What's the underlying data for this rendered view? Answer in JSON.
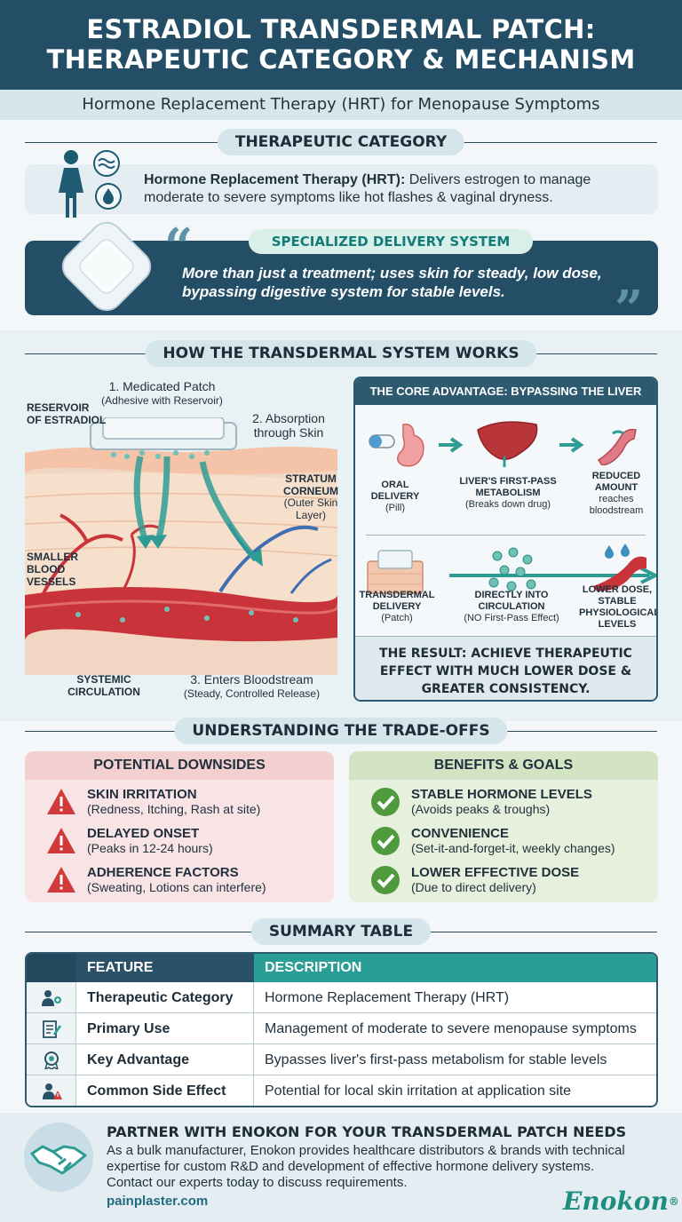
{
  "header": {
    "title_line1": "ESTRADIOL TRANSDERMAL PATCH:",
    "title_line2": "THERAPEUTIC CATEGORY & MECHANISM",
    "subtitle": "Hormone Replacement Therapy (HRT) for Menopause Symptoms"
  },
  "therapeutic_category": {
    "section_title": "THERAPEUTIC CATEGORY",
    "lead": "Hormone Replacement Therapy (HRT):",
    "text": " Delivers estrogen to manage moderate to severe symptoms like hot flashes & vaginal dryness."
  },
  "delivery_system": {
    "title": "SPECIALIZED DELIVERY SYSTEM",
    "text": "More than just a treatment; uses skin for steady, low dose, bypassing digestive system for stable levels."
  },
  "how_it_works": {
    "section_title": "HOW THE TRANSDERMAL SYSTEM WORKS",
    "reservoir_label": "RESERVOIR OF ESTRADIOL",
    "step1_title": "1. Medicated Patch",
    "step1_sub": "(Adhesive with Reservoir)",
    "step2_title": "2. Absorption through Skin",
    "stratum_title": "STRATUM CORNEUM",
    "stratum_sub": "(Outer Skin Layer)",
    "vessels_label": "SMALLER BLOOD VESSELS",
    "systemic_label": "SYSTEMIC CIRCULATION",
    "step3_title": "3. Enters Bloodstream",
    "step3_sub": "(Steady, Controlled Release)"
  },
  "core_advantage": {
    "title": "THE CORE ADVANTAGE: BYPASSING THE LIVER",
    "oral_title": "ORAL DELIVERY",
    "oral_sub": "(Pill)",
    "liver_title": "LIVER'S FIRST-PASS METABOLISM",
    "liver_sub": "(Breaks down drug)",
    "reduced_title": "REDUCED AMOUNT",
    "reduced_sub": "reaches bloodstream",
    "transdermal_title": "TRANSDERMAL DELIVERY",
    "transdermal_sub": "(Patch)",
    "direct_title": "DIRECTLY INTO CIRCULATION",
    "direct_sub": "(NO First-Pass Effect)",
    "lower_title": "LOWER DOSE, STABLE PHYSIOLOGICAL LEVELS",
    "result": "THE RESULT: ACHIEVE THERAPEUTIC EFFECT WITH MUCH LOWER DOSE & GREATER CONSISTENCY."
  },
  "tradeoffs": {
    "section_title": "UNDERSTANDING THE TRADE-OFFS",
    "downsides_title": "POTENTIAL DOWNSIDES",
    "downsides": [
      {
        "title": "SKIN IRRITATION",
        "sub": "(Redness, Itching, Rash at site)"
      },
      {
        "title": "DELAYED ONSET",
        "sub": "(Peaks in 12-24 hours)"
      },
      {
        "title": "ADHERENCE FACTORS",
        "sub": "(Sweating, Lotions can interfere)"
      }
    ],
    "benefits_title": "BENEFITS & GOALS",
    "benefits": [
      {
        "title": "STABLE HORMONE LEVELS",
        "sub": "(Avoids peaks & troughs)"
      },
      {
        "title": "CONVENIENCE",
        "sub": "(Set-it-and-forget-it, weekly changes)"
      },
      {
        "title": "LOWER EFFECTIVE DOSE",
        "sub": "(Due to direct delivery)"
      }
    ]
  },
  "summary": {
    "section_title": "SUMMARY TABLE",
    "col_feature": "FEATURE",
    "col_description": "DESCRIPTION",
    "rows": [
      {
        "feature": "Therapeutic Category",
        "description": "Hormone Replacement Therapy (HRT)",
        "icon": "medical-team-icon"
      },
      {
        "feature": "Primary Use",
        "description": "Management of moderate to severe menopause symptoms",
        "icon": "notepad-icon"
      },
      {
        "feature": "Key Advantage",
        "description": "Bypasses liver's first-pass metabolism for stable levels",
        "icon": "award-badge-icon"
      },
      {
        "feature": "Common Side Effect",
        "description": "Potential for local skin irritation at application site",
        "icon": "person-warning-icon"
      }
    ]
  },
  "partner": {
    "title": "PARTNER WITH ENOKON FOR YOUR TRANSDERMAL PATCH NEEDS",
    "body": "As a bulk manufacturer, Enokon provides healthcare distributors & brands with technical expertise for custom R&D and development of effective hormone delivery systems. Contact our experts today to discuss requirements.",
    "url": "painplaster.com",
    "logo": "Enokon",
    "logo_mark": "®"
  },
  "colors": {
    "navy": "#244e66",
    "teal": "#2a9e96",
    "light_blue": "#d5e6ed",
    "warning_red": "#d23a3a",
    "check_green": "#4e9a3c"
  }
}
